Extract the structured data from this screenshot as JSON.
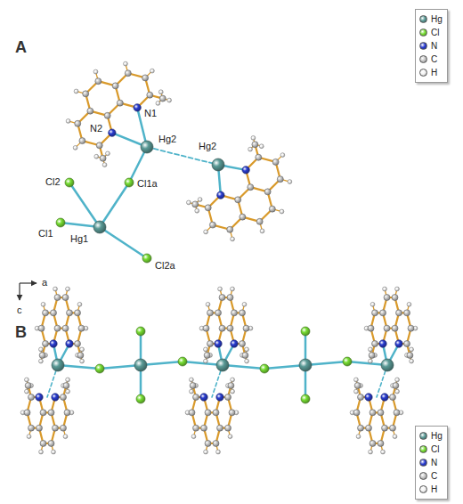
{
  "diagram": {
    "labels": [
      "A",
      "N1",
      "N2",
      "Hg2",
      "Hg2",
      "Cl2",
      "Cl1",
      "Cl1a",
      "Hg1",
      "Cl2a",
      "B",
      "a",
      "c"
    ],
    "legend": [
      {
        "text": "Hg",
        "color": "#5a9a96"
      },
      {
        "text": "Cl",
        "color": "#77dd33"
      },
      {
        "text": "N",
        "color": "#2a3dd0"
      },
      {
        "text": "C",
        "color": "#c8c8c8"
      },
      {
        "text": "H",
        "color": "#f4f4f4"
      },
      {
        "text": "Hg",
        "color": "#5a9a96"
      },
      {
        "text": "Cl",
        "color": "#77dd33"
      },
      {
        "text": "N",
        "color": "#2a3dd0"
      },
      {
        "text": "C",
        "color": "#c8c8c8"
      },
      {
        "text": "H",
        "color": "#f4f4f4"
      }
    ]
  }
}
